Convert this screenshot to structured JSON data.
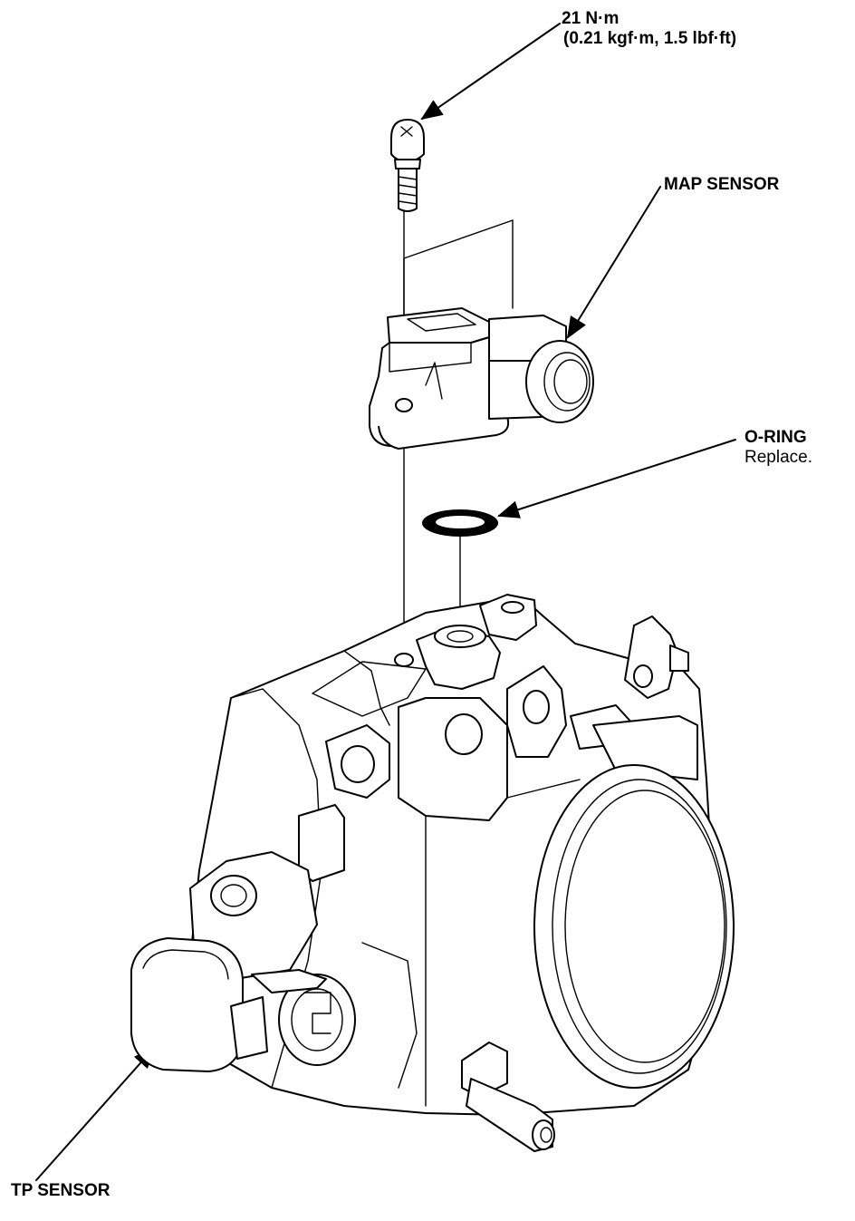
{
  "labels": {
    "torque_value": "21 N·m",
    "torque_alt": "(0.21 kgf·m, 1.5 lbf·ft)",
    "map_sensor": "MAP SENSOR",
    "o_ring": "O-RING",
    "o_ring_note": "Replace.",
    "tp_sensor": "TP SENSOR"
  },
  "colors": {
    "line": "#000000",
    "background": "#ffffff"
  },
  "icons": [
    "bolt-icon",
    "map-sensor-part",
    "o-ring-part",
    "throttle-body-part",
    "tp-sensor-part"
  ]
}
